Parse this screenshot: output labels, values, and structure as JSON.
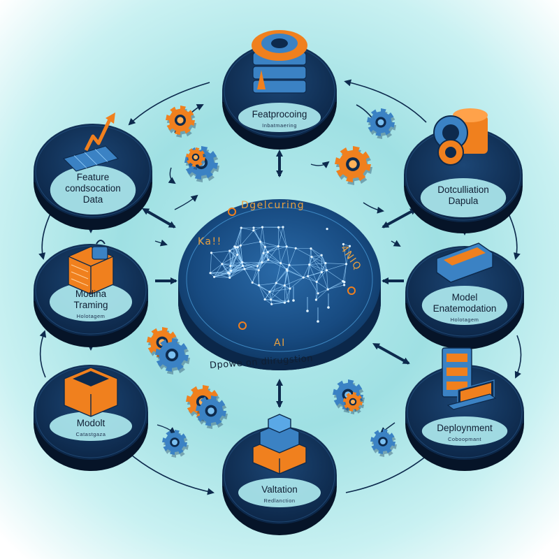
{
  "colors": {
    "navy": "#0d2a4d",
    "navy_dark": "#07182f",
    "blue": "#3b82c4",
    "orange": "#f0801e",
    "teal_bg": "#a4e2e5",
    "center_text": "#e8a040"
  },
  "center": {
    "title": "Dgelcuring",
    "left_tag": "Ka!!",
    "right_tag": "4NIQ",
    "bottom_tag": "AI",
    "ring_caption": "Dpowe on dlirugstion",
    "icon": "brain-network-icon"
  },
  "stages": [
    {
      "id": "preprocessing",
      "label_lines": [
        "Featprocoing"
      ],
      "sub": "Inbatmaering",
      "icon": "server-stack-icon"
    },
    {
      "id": "feature",
      "label_lines": [
        "Feature",
        "condsocation",
        "Data"
      ],
      "sub": "",
      "icon": "chart-trend-icon"
    },
    {
      "id": "documentation",
      "label_lines": [
        "Dotculliation",
        "Dapula"
      ],
      "sub": "",
      "icon": "gear-stack-icon"
    },
    {
      "id": "training",
      "label_lines": [
        "Modina",
        "Traming"
      ],
      "sub": "Holotagem",
      "icon": "cube-stack-icon"
    },
    {
      "id": "engineering",
      "label_lines": [
        "Model",
        "Enatemodation"
      ],
      "sub": "Holotagem",
      "icon": "cpu-chip-icon"
    },
    {
      "id": "model",
      "label_lines": [
        "Modolt"
      ],
      "sub": "Catastgaza",
      "icon": "open-box-icon"
    },
    {
      "id": "deployment",
      "label_lines": [
        "Deploynment"
      ],
      "sub": "Coboopmant",
      "icon": "monitor-icon"
    },
    {
      "id": "validation",
      "label_lines": [
        "Valtation"
      ],
      "sub": "Redlanction",
      "icon": "layer-stack-icon"
    }
  ]
}
